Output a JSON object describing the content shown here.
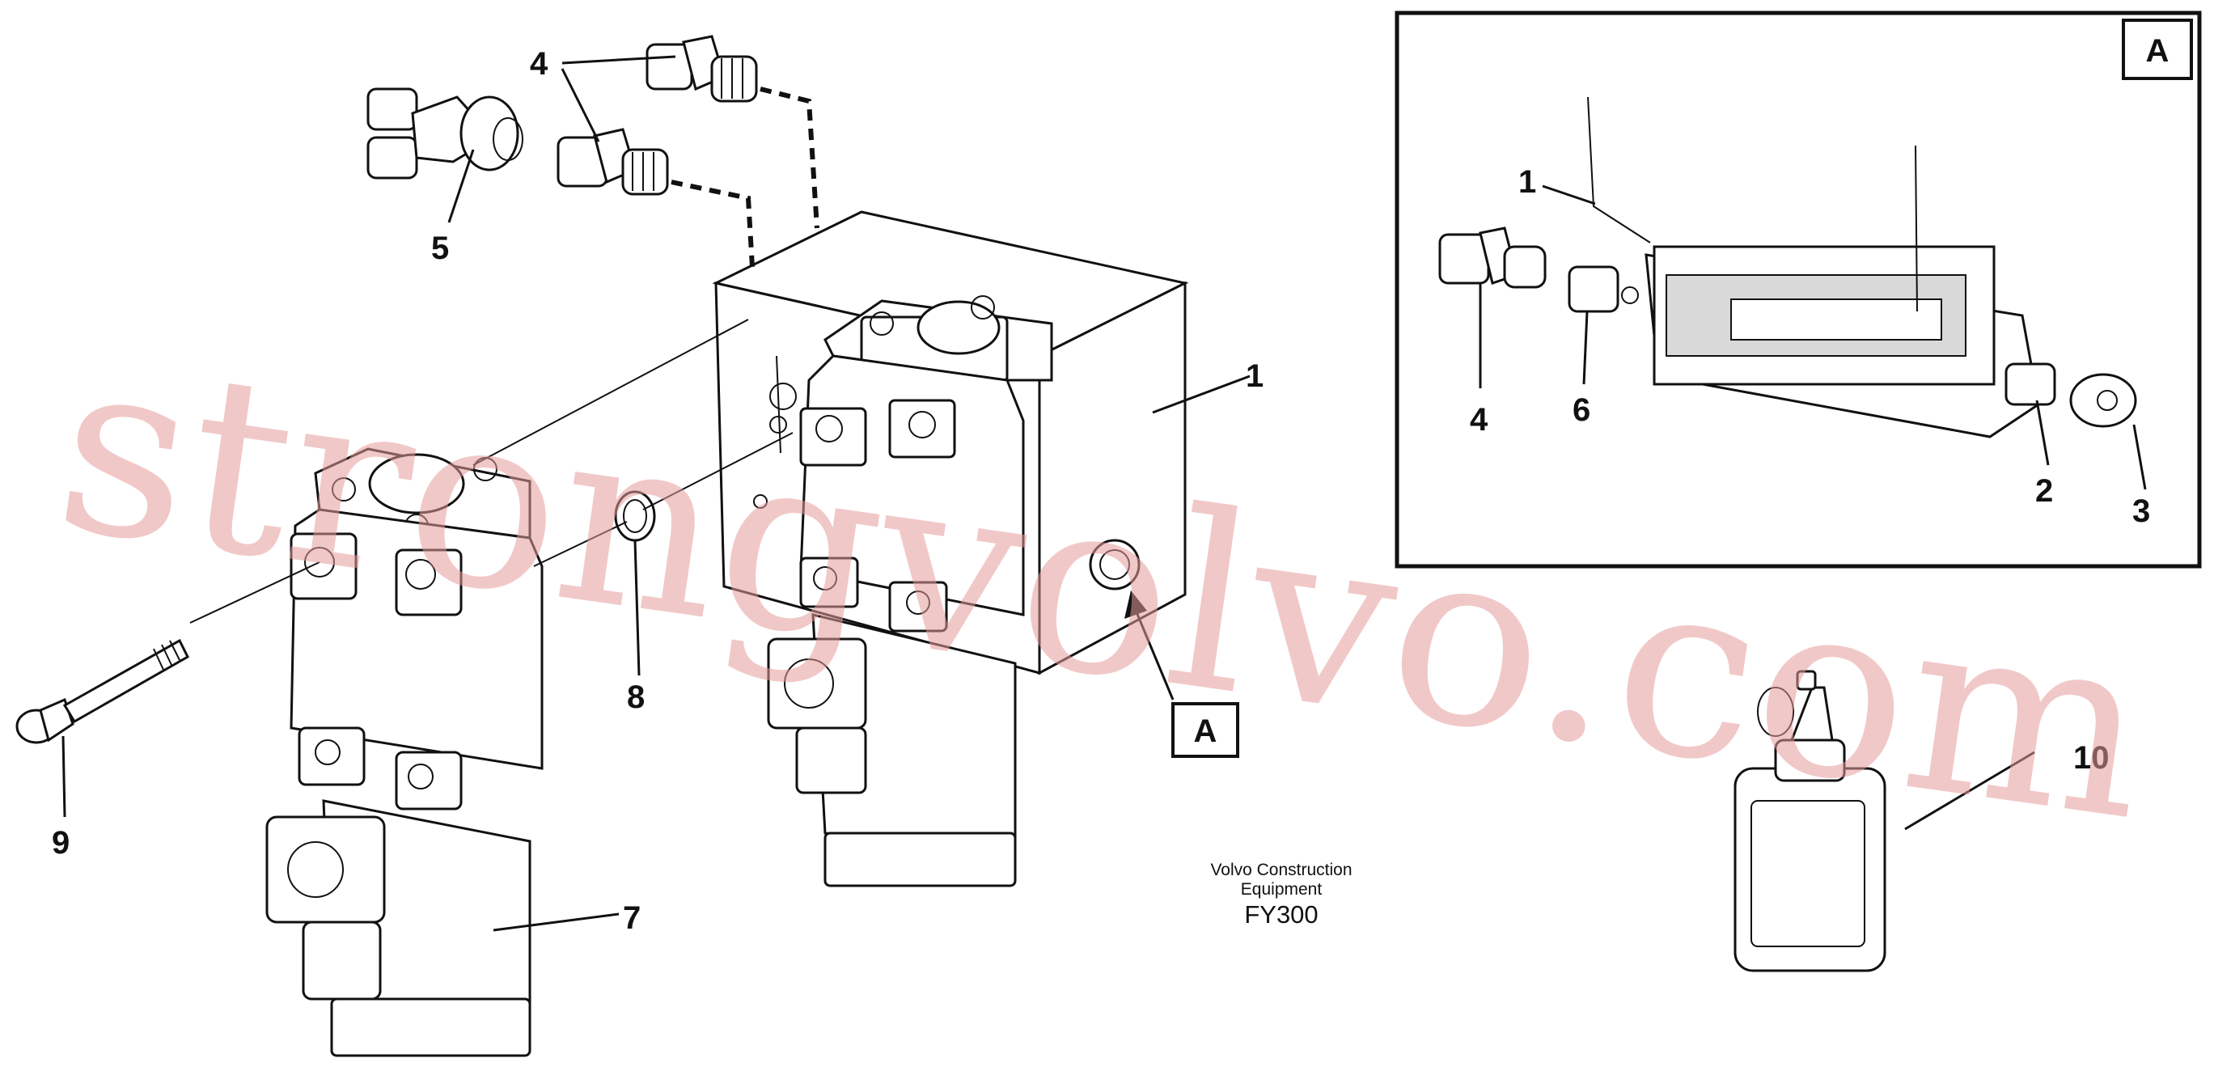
{
  "callouts": {
    "c4_main": "4",
    "c5_main": "5",
    "c1_main": "1",
    "c8": "8",
    "c9": "9",
    "c7": "7",
    "c10": "10",
    "c1_detail": "1",
    "c4_detail": "4",
    "c6_detail": "6",
    "c2_detail": "2",
    "c3_detail": "3"
  },
  "detail_label": "A",
  "detail_marker_label": "A",
  "caption": {
    "line1": "Volvo Construction",
    "line2": "Equipment",
    "code": "FY300"
  },
  "watermark": "strongvolvo.com",
  "colors": {
    "ink": "#111111",
    "watermark": "#e59a9a",
    "background": "#ffffff"
  }
}
